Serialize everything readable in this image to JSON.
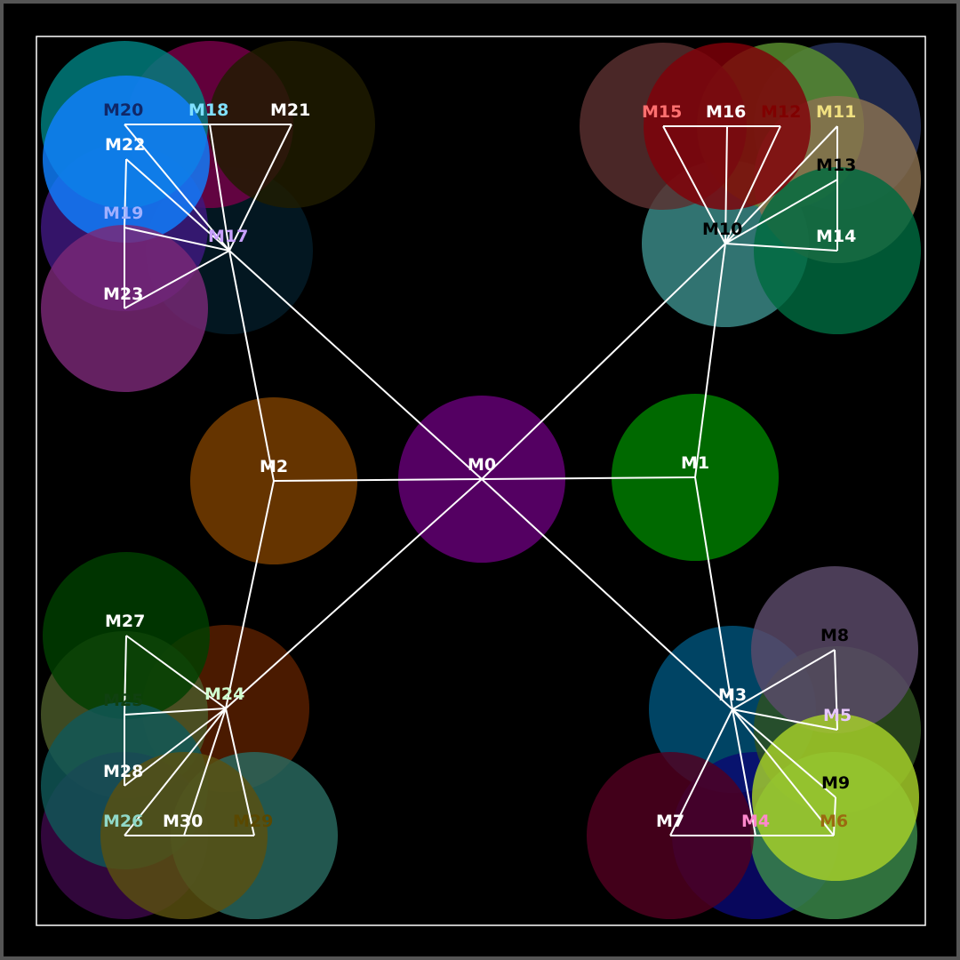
{
  "nodes": [
    {
      "id": "M0",
      "label": "M0",
      "fill": "#660078",
      "text": "#ffffff"
    },
    {
      "id": "M1",
      "label": "M1",
      "fill": "#008000",
      "text": "#ffffff"
    },
    {
      "id": "M2",
      "label": "M2",
      "fill": "#7b3f00",
      "text": "#ffffff"
    },
    {
      "id": "M3",
      "label": "M3",
      "fill": "#00537a",
      "text": "#ffffff"
    },
    {
      "id": "M4",
      "label": "M4",
      "fill": "#0a0870",
      "text": "#ff88cc"
    },
    {
      "id": "M5",
      "label": "M5",
      "fill": "#2e5020",
      "text": "#e8c8ff"
    },
    {
      "id": "M6",
      "label": "M6",
      "fill": "#3a8a4a",
      "text": "#9a6a10"
    },
    {
      "id": "M7",
      "label": "M7",
      "fill": "#500020",
      "text": "#ffffff"
    },
    {
      "id": "M8",
      "label": "M8",
      "fill": "#5b4a6a",
      "text": "#000000"
    },
    {
      "id": "M9",
      "label": "M9",
      "fill": "#a8d22a",
      "text": "#000000"
    },
    {
      "id": "M10",
      "label": "M10",
      "fill": "#3c8c8a",
      "text": "#000000"
    },
    {
      "id": "M11",
      "label": "M11",
      "fill": "#24305a",
      "text": "#f0e080"
    },
    {
      "id": "M12",
      "label": "M12",
      "fill": "#5a9030",
      "text": "#800000"
    },
    {
      "id": "M13",
      "label": "M13",
      "fill": "#8b7250",
      "text": "#000000"
    },
    {
      "id": "M14",
      "label": "M14",
      "fill": "#006a40",
      "text": "#ffffff"
    },
    {
      "id": "M15",
      "label": "M15",
      "fill": "#5a3030",
      "text": "#ff7070"
    },
    {
      "id": "M16",
      "label": "M16",
      "fill": "#800008",
      "text": "#ffffff"
    },
    {
      "id": "M17",
      "label": "M17",
      "fill": "#041c28",
      "text": "#c8a0ff"
    },
    {
      "id": "M18",
      "label": "M18",
      "fill": "#780048",
      "text": "#80e0ff"
    },
    {
      "id": "M19",
      "label": "M19",
      "fill": "#401880",
      "text": "#a0b0ff"
    },
    {
      "id": "M20",
      "label": "M20",
      "fill": "#008080",
      "text": "#102868"
    },
    {
      "id": "M21",
      "label": "M21",
      "fill": "#201c00",
      "text": "#ffffff"
    },
    {
      "id": "M22",
      "label": "M22",
      "fill": "#1080ff",
      "text": "#ffffff"
    },
    {
      "id": "M23",
      "label": "M23",
      "fill": "#7a2876",
      "text": "#ffffff"
    },
    {
      "id": "M24",
      "label": "M24",
      "fill": "#5a2000",
      "text": "#d0ffd0"
    },
    {
      "id": "M25",
      "label": "M25",
      "fill": "#4a5a2a",
      "text": "#104010"
    },
    {
      "id": "M26",
      "label": "M26",
      "fill": "#3c0848",
      "text": "#90d8c8"
    },
    {
      "id": "M27",
      "label": "M27",
      "fill": "#004000",
      "text": "#ffffff"
    },
    {
      "id": "M28",
      "label": "M28",
      "fill": "#105858",
      "text": "#ffffff"
    },
    {
      "id": "M29",
      "label": "M29",
      "fill": "#2a6a60",
      "text": "#5a4800"
    },
    {
      "id": "M30",
      "label": "M30",
      "fill": "#5a5010",
      "text": "#ffffff"
    }
  ],
  "edges": [
    [
      "M0",
      "M1"
    ],
    [
      "M0",
      "M2"
    ],
    [
      "M0",
      "M3"
    ],
    [
      "M0",
      "M10"
    ],
    [
      "M0",
      "M17"
    ],
    [
      "M0",
      "M24"
    ],
    [
      "M1",
      "M3"
    ],
    [
      "M1",
      "M10"
    ],
    [
      "M2",
      "M17"
    ],
    [
      "M2",
      "M24"
    ],
    [
      "M3",
      "M4"
    ],
    [
      "M3",
      "M5"
    ],
    [
      "M3",
      "M6"
    ],
    [
      "M3",
      "M7"
    ],
    [
      "M3",
      "M8"
    ],
    [
      "M3",
      "M9"
    ],
    [
      "M4",
      "M7"
    ],
    [
      "M4",
      "M6"
    ],
    [
      "M5",
      "M8"
    ],
    [
      "M6",
      "M9"
    ],
    [
      "M10",
      "M11"
    ],
    [
      "M10",
      "M12"
    ],
    [
      "M10",
      "M13"
    ],
    [
      "M10",
      "M14"
    ],
    [
      "M10",
      "M15"
    ],
    [
      "M10",
      "M16"
    ],
    [
      "M11",
      "M13"
    ],
    [
      "M12",
      "M16"
    ],
    [
      "M13",
      "M14"
    ],
    [
      "M15",
      "M16"
    ],
    [
      "M17",
      "M18"
    ],
    [
      "M17",
      "M19"
    ],
    [
      "M17",
      "M20"
    ],
    [
      "M17",
      "M21"
    ],
    [
      "M17",
      "M22"
    ],
    [
      "M17",
      "M23"
    ],
    [
      "M18",
      "M21"
    ],
    [
      "M19",
      "M22"
    ],
    [
      "M19",
      "M23"
    ],
    [
      "M20",
      "M18"
    ],
    [
      "M24",
      "M25"
    ],
    [
      "M24",
      "M26"
    ],
    [
      "M24",
      "M27"
    ],
    [
      "M24",
      "M28"
    ],
    [
      "M24",
      "M29"
    ],
    [
      "M24",
      "M30"
    ],
    [
      "M25",
      "M27"
    ],
    [
      "M25",
      "M28"
    ],
    [
      "M26",
      "M29"
    ]
  ]
}
